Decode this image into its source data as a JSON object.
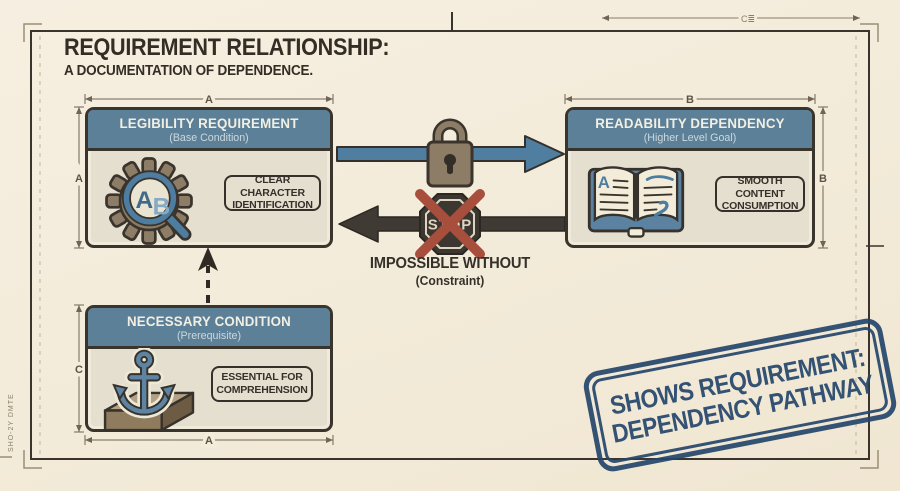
{
  "header": {
    "title": "REQUIREMENT RELATIONSHIP:",
    "subtitle": "A DOCUMENTATION OF DEPENDENCE."
  },
  "nodes": {
    "legibility": {
      "title": "LEGIBILITY REQUIREMENT",
      "subtitle": "(Base Condition)",
      "callout": "CLEAR CHARACTER IDENTIFICATION",
      "icon": "gear-magnifier-icon"
    },
    "readability": {
      "title": "READABILITY DEPENDENCY",
      "subtitle": "(Higher Level Goal)",
      "callout": "SMOOTH CONTENT CONSUMPTION",
      "icon": "open-book-icon"
    },
    "necessary": {
      "title": "NECESSARY CONDITION",
      "subtitle": "(Prerequisite)",
      "callout": "ESSENTIAL FOR COMPREHENSION",
      "icon": "anchor-platform-icon"
    }
  },
  "flow": {
    "blocked_label": "IMPOSSIBLE WITHOUT",
    "blocked_sublabel": "(Constraint)",
    "stop_sign_text": "STOP"
  },
  "icons": {
    "magnifier_letter_a": "A",
    "magnifier_letter_b": "B",
    "book_letter": "A"
  },
  "dims": {
    "width_a": "A",
    "height_a": "A",
    "width_b": "B",
    "height_b": "B",
    "height_c": "C",
    "bottom_a": "A",
    "frame": "C≣"
  },
  "stamp": {
    "line1": "SHOWS REQUIREMENT:",
    "line2": "DEPENDENCY PATHWAY"
  },
  "margin_note": "SHO-2Y DMTE",
  "colors": {
    "accent_blue": "#4f7ea1",
    "header_blue": "#5d8099",
    "brown": "#8d7d66",
    "ink": "#35302a",
    "red_x": "#a84e3c",
    "stamp_navy": "#24466b",
    "paper": "#f3ebd9",
    "panel": "#e4dfcf"
  }
}
